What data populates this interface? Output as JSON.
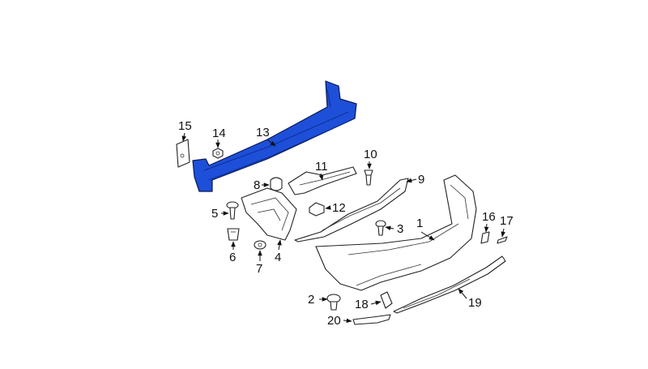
{
  "diagram": {
    "accent_color": "#1e4fd8",
    "callouts": {
      "c1": "1",
      "c2": "2",
      "c3": "3",
      "c4": "4",
      "c5": "5",
      "c6": "6",
      "c7": "7",
      "c8": "8",
      "c9": "9",
      "c10": "10",
      "c11": "11",
      "c12": "12",
      "c13": "13",
      "c14": "14",
      "c15": "15",
      "c16": "16",
      "c17": "17",
      "c18": "18",
      "c19": "19",
      "c20": "20"
    }
  }
}
